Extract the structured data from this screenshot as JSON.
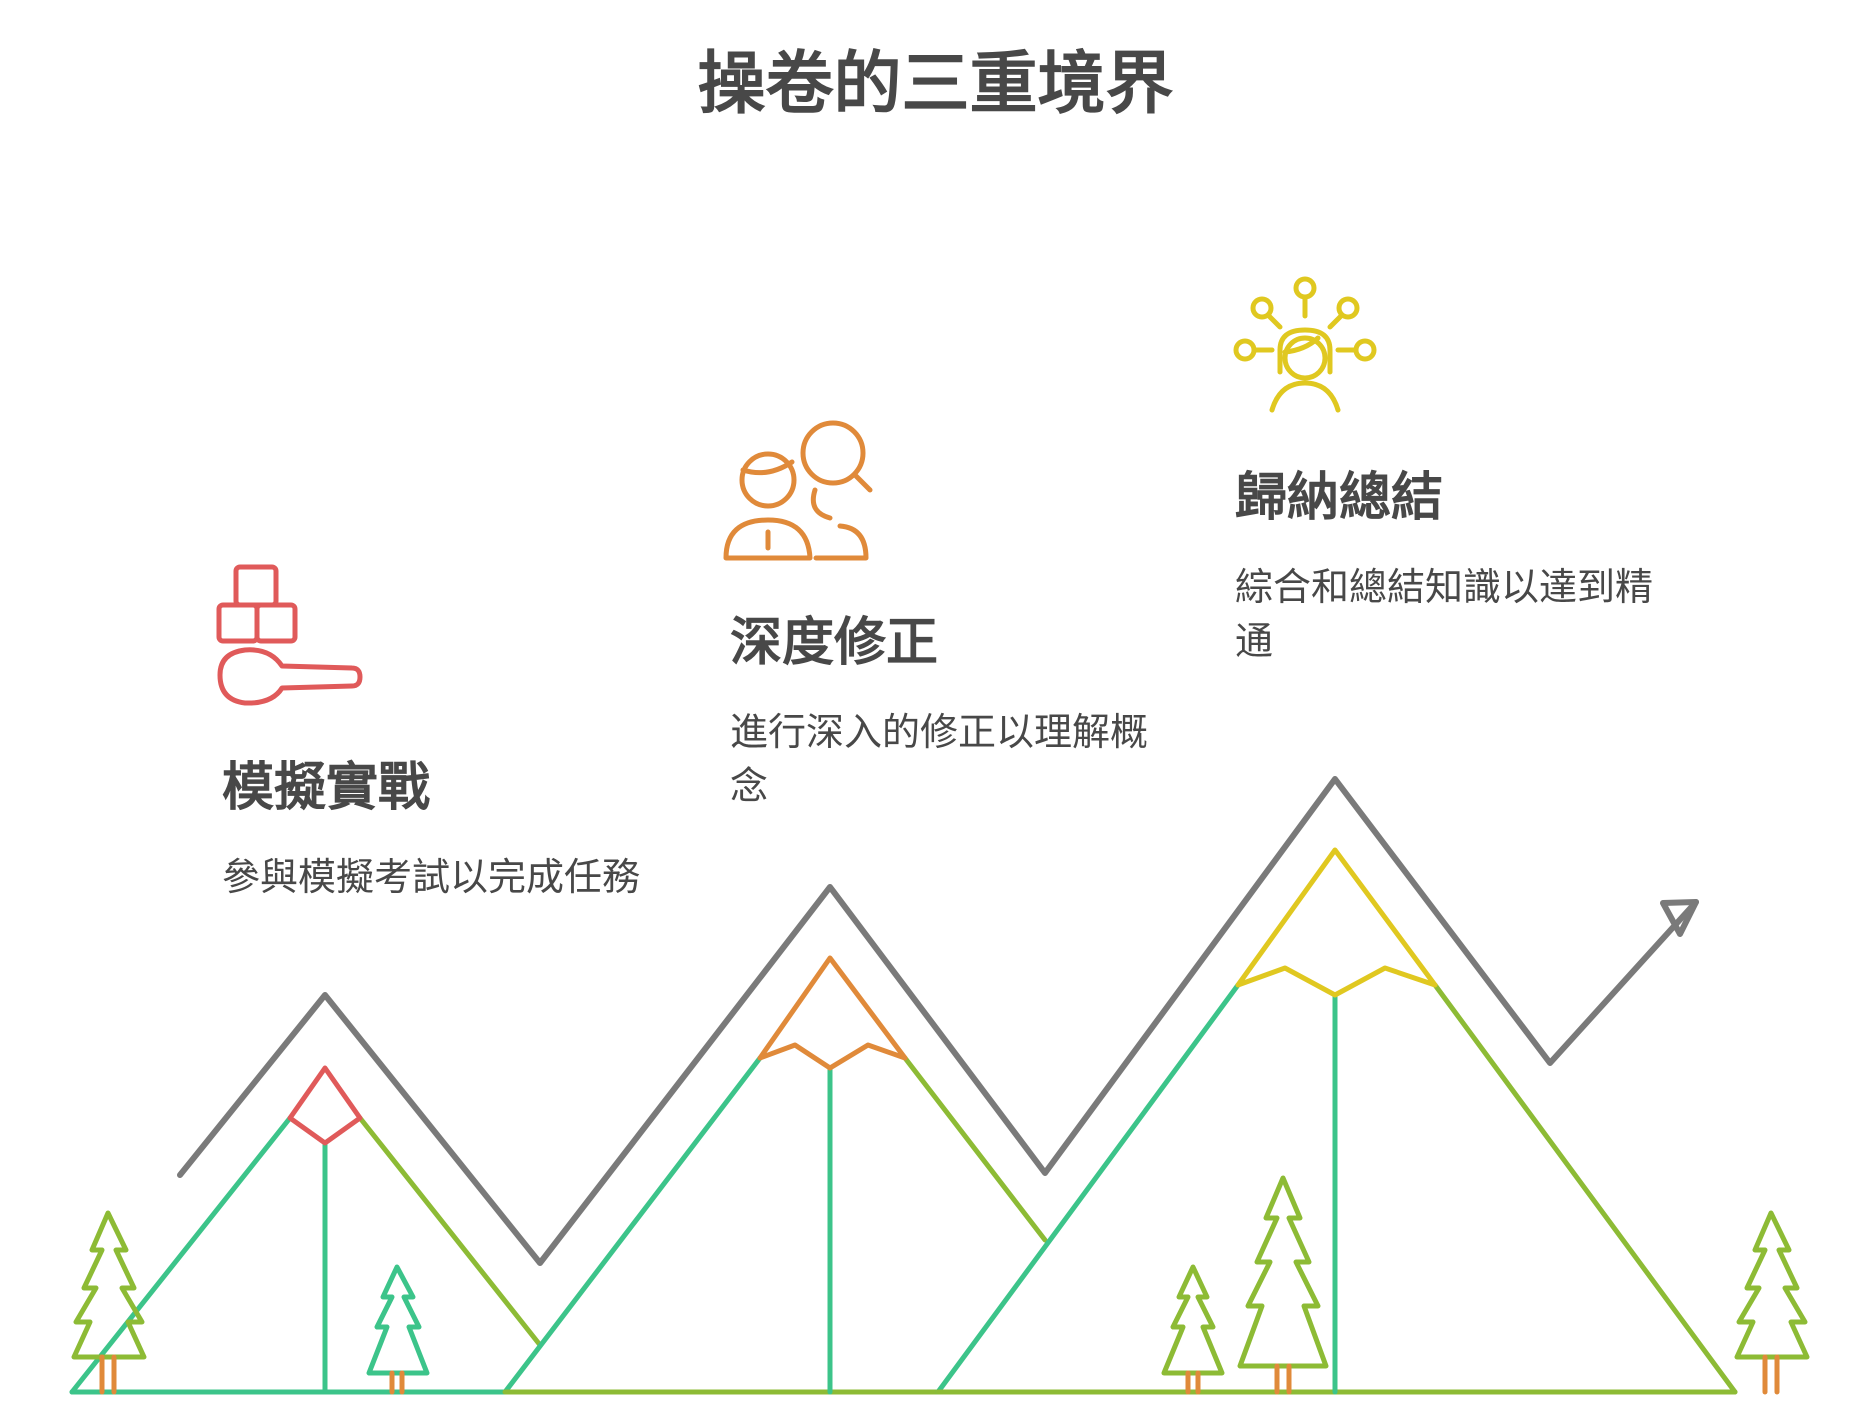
{
  "title": "操卷的三重境界",
  "stages": [
    {
      "heading": "模擬實戰",
      "description": "參與模擬考試以完成任務",
      "color": "#e05a5a",
      "icon": "blocks-scoop-icon"
    },
    {
      "heading": "深度修正",
      "description": "進行深入的修正以理解概念",
      "color": "#e08a3a",
      "icon": "people-magnifier-icon"
    },
    {
      "heading": "歸納總結",
      "description": "綜合和總結知識以達到精通",
      "color": "#e0c820",
      "icon": "person-ideas-icon"
    }
  ],
  "colors": {
    "zigzag": "#7a7a7a",
    "mountain_left": "#3cc48a",
    "mountain_right": "#8dbb35",
    "tree_trunk": "#e08a3a"
  }
}
